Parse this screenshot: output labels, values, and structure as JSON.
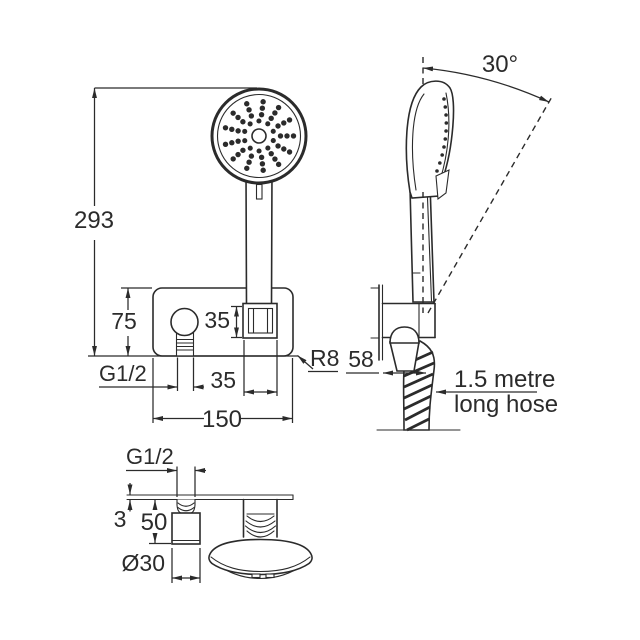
{
  "drawing": {
    "type": "technical-dimension-drawing",
    "subject": "hand shower handset on wall bracket with hose",
    "colors": {
      "line": "#2b2b2b",
      "background": "#ffffff"
    },
    "views": {
      "front": {
        "labels": {
          "overall_height": "293",
          "plate_height": "75",
          "holder_height": "35",
          "holder_width": "35",
          "plate_width": "150",
          "corner_radius": "R8",
          "outlet_thread": "G1/2"
        }
      },
      "side": {
        "labels": {
          "swivel_angle": "30°",
          "wall_offset": "58",
          "hose_note_1": "1.5 metre",
          "hose_note_2": "long hose"
        }
      },
      "bottom": {
        "labels": {
          "outlet_thread": "G1/2",
          "plate_thickness": "3",
          "elbow_length": "50",
          "elbow_diameter": "Ø30"
        }
      }
    }
  }
}
